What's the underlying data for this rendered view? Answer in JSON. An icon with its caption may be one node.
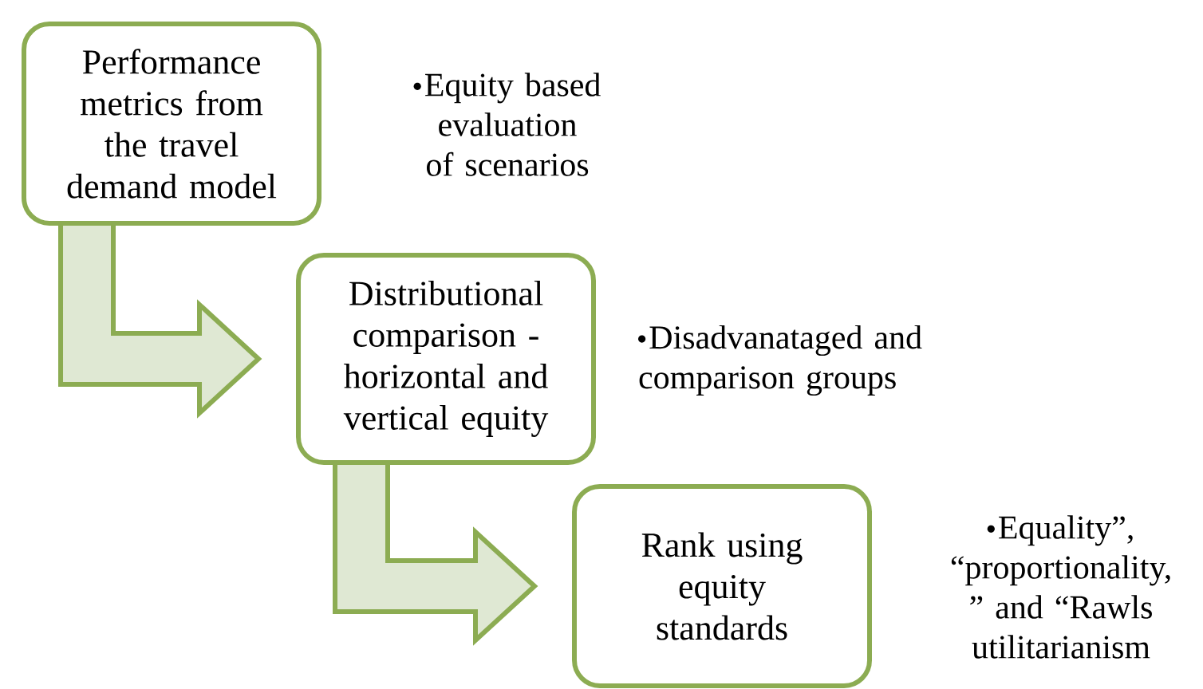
{
  "diagram": {
    "nodes": [
      {
        "text": [
          "Performance metrics from the travel demand model"
        ],
        "beside": [
          "Equity based evaluation of scenarios"
        ]
      },
      {
        "text": [
          "Distributional comparison - horizontal and vertical equity"
        ],
        "beside": [
          "Disadvanataged and comparison groups"
        ]
      },
      {
        "text": [
          "Rank using equity standards"
        ],
        "beside": [
          "Equality”, “proportionality, ” and “Rawls utilitarianism"
        ]
      }
    ],
    "edges": [
      {
        "from": 0,
        "to": 1,
        "arrow": "to"
      },
      {
        "from": 1,
        "to": 2,
        "arrow": "to"
      }
    ]
  }
}
